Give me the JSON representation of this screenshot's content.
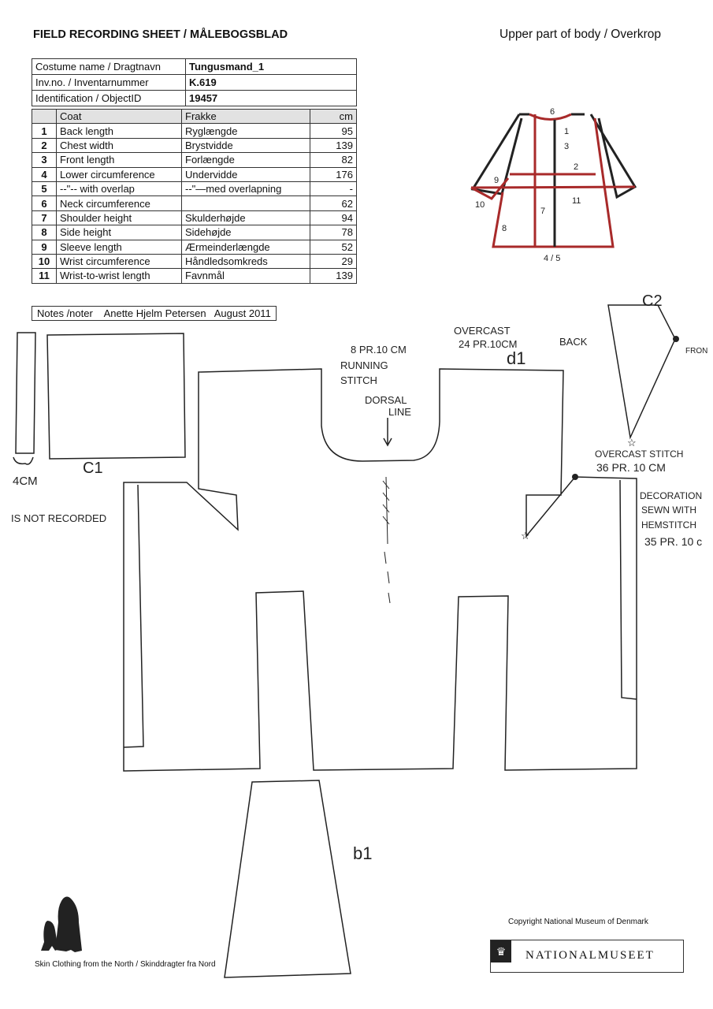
{
  "header": {
    "title": "FIELD RECORDING SHEET / MÅLEBOGSBLAD",
    "section": "Upper part of body / Overkrop"
  },
  "info": [
    {
      "label": "Costume name / Dragtnavn",
      "value": "Tungusmand_1"
    },
    {
      "label": "Inv.no. / Inventarnummer",
      "value": "K.619"
    },
    {
      "label": "Identification / ObjectID",
      "value": "19457"
    }
  ],
  "measurements": {
    "headers": [
      "Coat",
      "Frakke",
      "cm"
    ],
    "rows": [
      {
        "n": "1",
        "en": "Back length",
        "da": "Ryglængde",
        "cm": "95"
      },
      {
        "n": "2",
        "en": "Chest width",
        "da": "Brystvidde",
        "cm": "139"
      },
      {
        "n": "3",
        "en": "Front length",
        "da": "Forlængde",
        "cm": "82"
      },
      {
        "n": "4",
        "en": "Lower circumference",
        "da": "Undervidde",
        "cm": "176"
      },
      {
        "n": "5",
        "en": "--\"-- with overlap",
        "da": "--\"—med overlapning",
        "cm": "-"
      },
      {
        "n": "6",
        "en": "Neck circumference",
        "da": "",
        "cm": "62"
      },
      {
        "n": "7",
        "en": "Shoulder height",
        "da": "Skulderhøjde",
        "cm": "94"
      },
      {
        "n": "8",
        "en": "Side height",
        "da": "Sidehøjde",
        "cm": "78"
      },
      {
        "n": "9",
        "en": "Sleeve length",
        "da": "Ærmeinderlængde",
        "cm": "52"
      },
      {
        "n": "10",
        "en": "Wrist circumference",
        "da": "Håndledsomkreds",
        "cm": "29"
      },
      {
        "n": "11",
        "en": "Wrist-to-wrist length",
        "da": "Favnmål",
        "cm": "139"
      }
    ]
  },
  "notes": {
    "label": "Notes /noter",
    "author": "Anette Hjelm Petersen",
    "date": "August 2011"
  },
  "diagram_labels": [
    "6",
    "1",
    "3",
    "2",
    "9",
    "10",
    "11",
    "7",
    "8",
    "4 / 5"
  ],
  "handwritten": {
    "c1": "C1",
    "c2": "C2",
    "d1": "d1",
    "b1": "b1",
    "width": "4CM",
    "not_recorded": "IS NOT RECORDED",
    "running1": "8 PR.10 CM",
    "running2": "RUNNING",
    "running3": "STITCH",
    "dorsal1": "DORSAL",
    "dorsal2": "LINE",
    "overcast1": "OVERCAST",
    "overcast2": "24 PR.10CM",
    "back": "BACK",
    "front": "FRON",
    "oc_stitch1": "OVERCAST STITCH",
    "oc_stitch2": "36 PR. 10 CM",
    "deco1": "DECORATION",
    "deco2": "SEWN WITH",
    "deco3": "HEMSTITCH",
    "deco4": "35 PR. 10 c"
  },
  "footer": {
    "copyright": "Copyright National Museum of Denmark",
    "museum": "NATIONALMUSEET",
    "project": "Skin Clothing from the North / Skinddragter fra Nord"
  },
  "colors": {
    "red": "#a82a2a",
    "ink": "#222222"
  }
}
